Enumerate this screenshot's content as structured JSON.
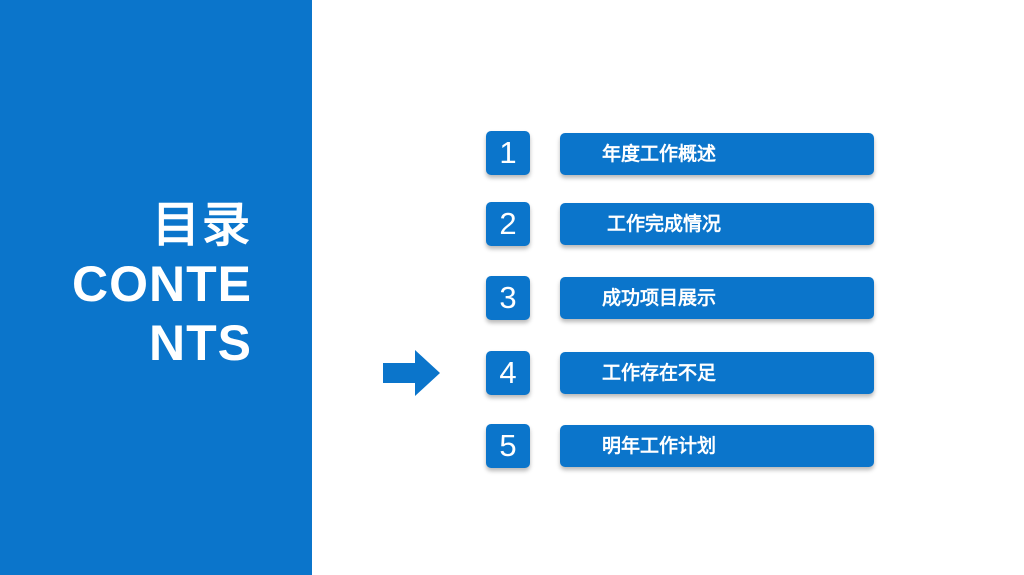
{
  "theme": {
    "primary": "#0B75CB",
    "text_on_primary": "#FFFFFF",
    "background": "#FFFFFF"
  },
  "title": {
    "cn": "目录",
    "en": "CONTENTS"
  },
  "arrow": {
    "icon": "right-arrow-icon"
  },
  "items": [
    {
      "number": "1",
      "label": "年度工作概述"
    },
    {
      "number": "2",
      "label": "工作完成情况"
    },
    {
      "number": "3",
      "label": "成功项目展示"
    },
    {
      "number": "4",
      "label": "工作存在不足"
    },
    {
      "number": "5",
      "label": "明年工作计划"
    }
  ]
}
